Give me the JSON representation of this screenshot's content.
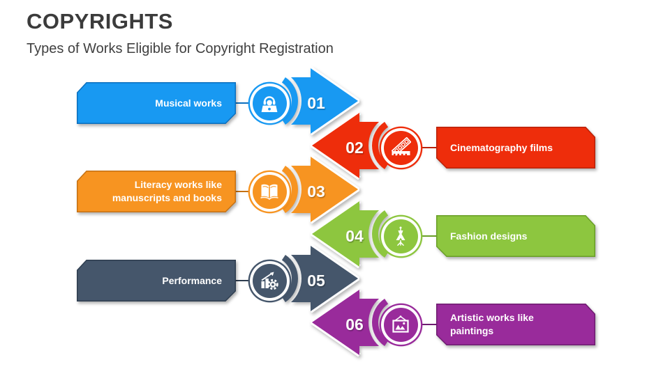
{
  "slide": {
    "title": "COPYRIGHTS",
    "subtitle": "Types of Works Eligible for Copyright Registration",
    "title_color": "#3B3B3B",
    "background_color": "#FFFFFF"
  },
  "rows": [
    {
      "num": "01",
      "label": "Musical works",
      "side": "left",
      "icon": "music-producer-icon",
      "color": "#1899F2",
      "color_dark": "#0B6FBE"
    },
    {
      "num": "02",
      "label": "Cinematography films",
      "side": "right",
      "icon": "film-strip-icon",
      "color": "#EE2D0B",
      "color_dark": "#B92209"
    },
    {
      "num": "03",
      "label": "Literacy works like\nmanuscripts and books",
      "side": "left",
      "icon": "open-book-icon",
      "color": "#F79421",
      "color_dark": "#C57113"
    },
    {
      "num": "04",
      "label": "Fashion designs",
      "side": "right",
      "icon": "mannequin-icon",
      "color": "#8DC63F",
      "color_dark": "#699F27"
    },
    {
      "num": "05",
      "label": "Performance",
      "side": "left",
      "icon": "performance-chart-icon",
      "color": "#45566B",
      "color_dark": "#2E3D4F"
    },
    {
      "num": "06",
      "label": "Artistic works like\npaintings",
      "side": "right",
      "icon": "framed-painting-icon",
      "color": "#992B9B",
      "color_dark": "#6E1C70"
    }
  ]
}
